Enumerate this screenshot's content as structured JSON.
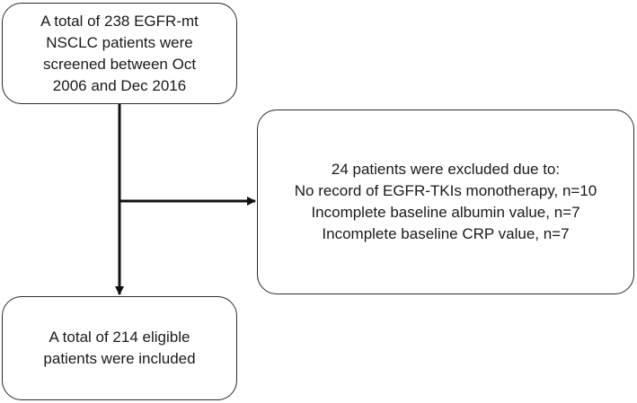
{
  "flowchart": {
    "screened": {
      "lines": [
        "A total of 238 EGFR-mt",
        "NSCLC patients were",
        "screened between Oct",
        "2006 and Dec 2016"
      ]
    },
    "excluded": {
      "lines": [
        "24 patients were excluded due to:",
        "No record of EGFR-TKIs monotherapy, n=10",
        "Incomplete baseline albumin value, n=7",
        "Incomplete baseline CRP value, n=7"
      ]
    },
    "included": {
      "lines": [
        "A total of 214 eligible",
        "patients were included"
      ]
    }
  },
  "colors": {
    "line": "#111111",
    "border": "#2b2b2b"
  }
}
